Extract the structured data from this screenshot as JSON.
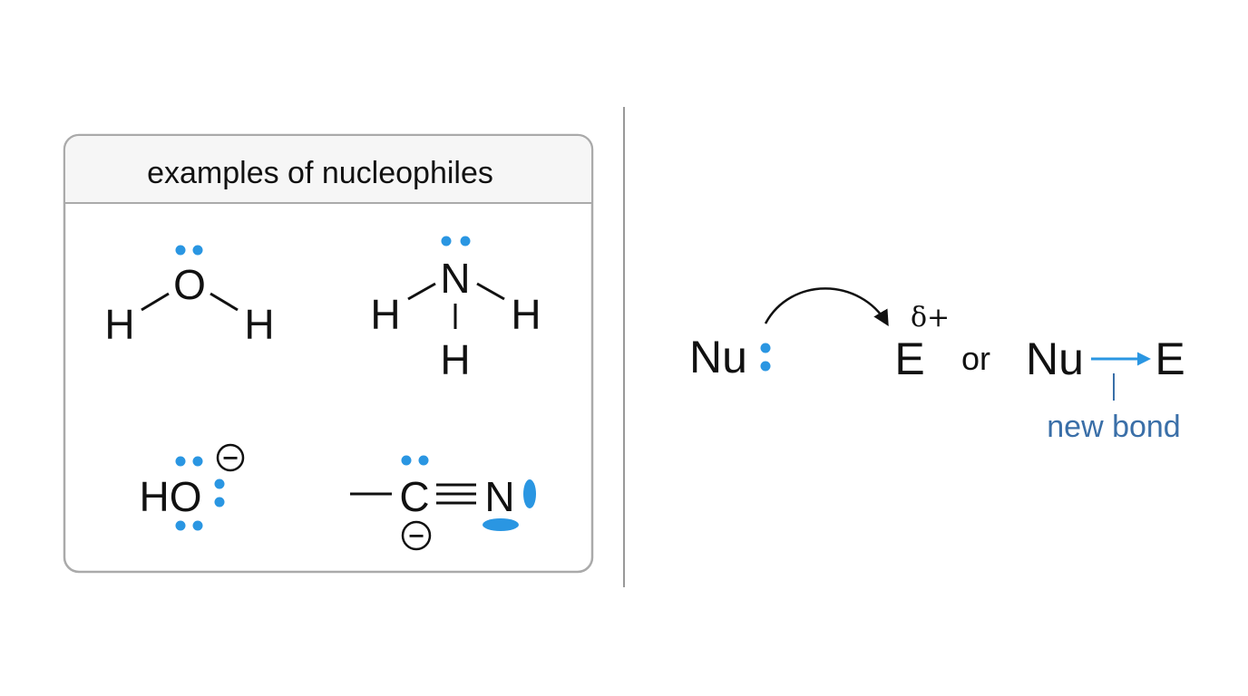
{
  "colors": {
    "electron": "#2a96e2",
    "annotation": "#3a6fa8",
    "text": "#111111",
    "panel_border": "#aaaaaa",
    "panel_header_bg": "#f6f6f6",
    "divider": "#999999"
  },
  "panel": {
    "title": "examples of nucleophiles"
  },
  "water": {
    "O": "O",
    "H1": "H",
    "H2": "H"
  },
  "ammonia": {
    "N": "N",
    "H1": "H",
    "H2": "H",
    "H3": "H"
  },
  "hydroxide": {
    "label": "HO",
    "charge": "−"
  },
  "cyanide": {
    "C": "C",
    "N": "N",
    "charge": "−"
  },
  "reaction": {
    "nucleophile": "Nu",
    "electrophile": "E",
    "partial_charge": "δ+",
    "connector": "or",
    "nucleophile2": "Nu",
    "electrophile2": "E",
    "annotation": "new bond"
  }
}
